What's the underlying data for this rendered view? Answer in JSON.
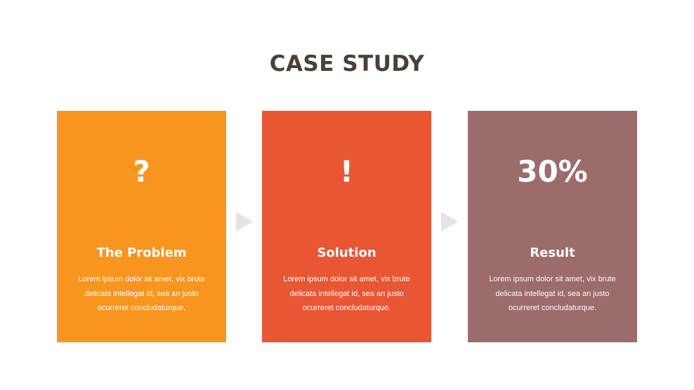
{
  "title": "CASE STUDY",
  "colors": {
    "problem": "#f7951f",
    "solution": "#e85634",
    "result": "#9c6b6b",
    "title": "#4a3f3a",
    "arrow": "#e8e2e1"
  },
  "cards": [
    {
      "icon": "?",
      "icon_name": "question-mark",
      "heading": "The Problem",
      "body": "Lorem ipsum dolor sit amet, vix brute delicata intellegat id, sea an justo ocurreret concludaturque."
    },
    {
      "icon": "!",
      "icon_name": "exclamation-mark",
      "heading": "Solution",
      "body": "Lorem ipsum dolor sit amet, vix brute delicata intellegat id, sea an justo ocurreret concludaturque."
    },
    {
      "icon": "30%",
      "icon_name": "percentage",
      "heading": "Result",
      "body": "Lorem ipsum dolor sit amet, vix brute delicata intellegat id, sea an justo ocurreret concludaturque."
    }
  ]
}
